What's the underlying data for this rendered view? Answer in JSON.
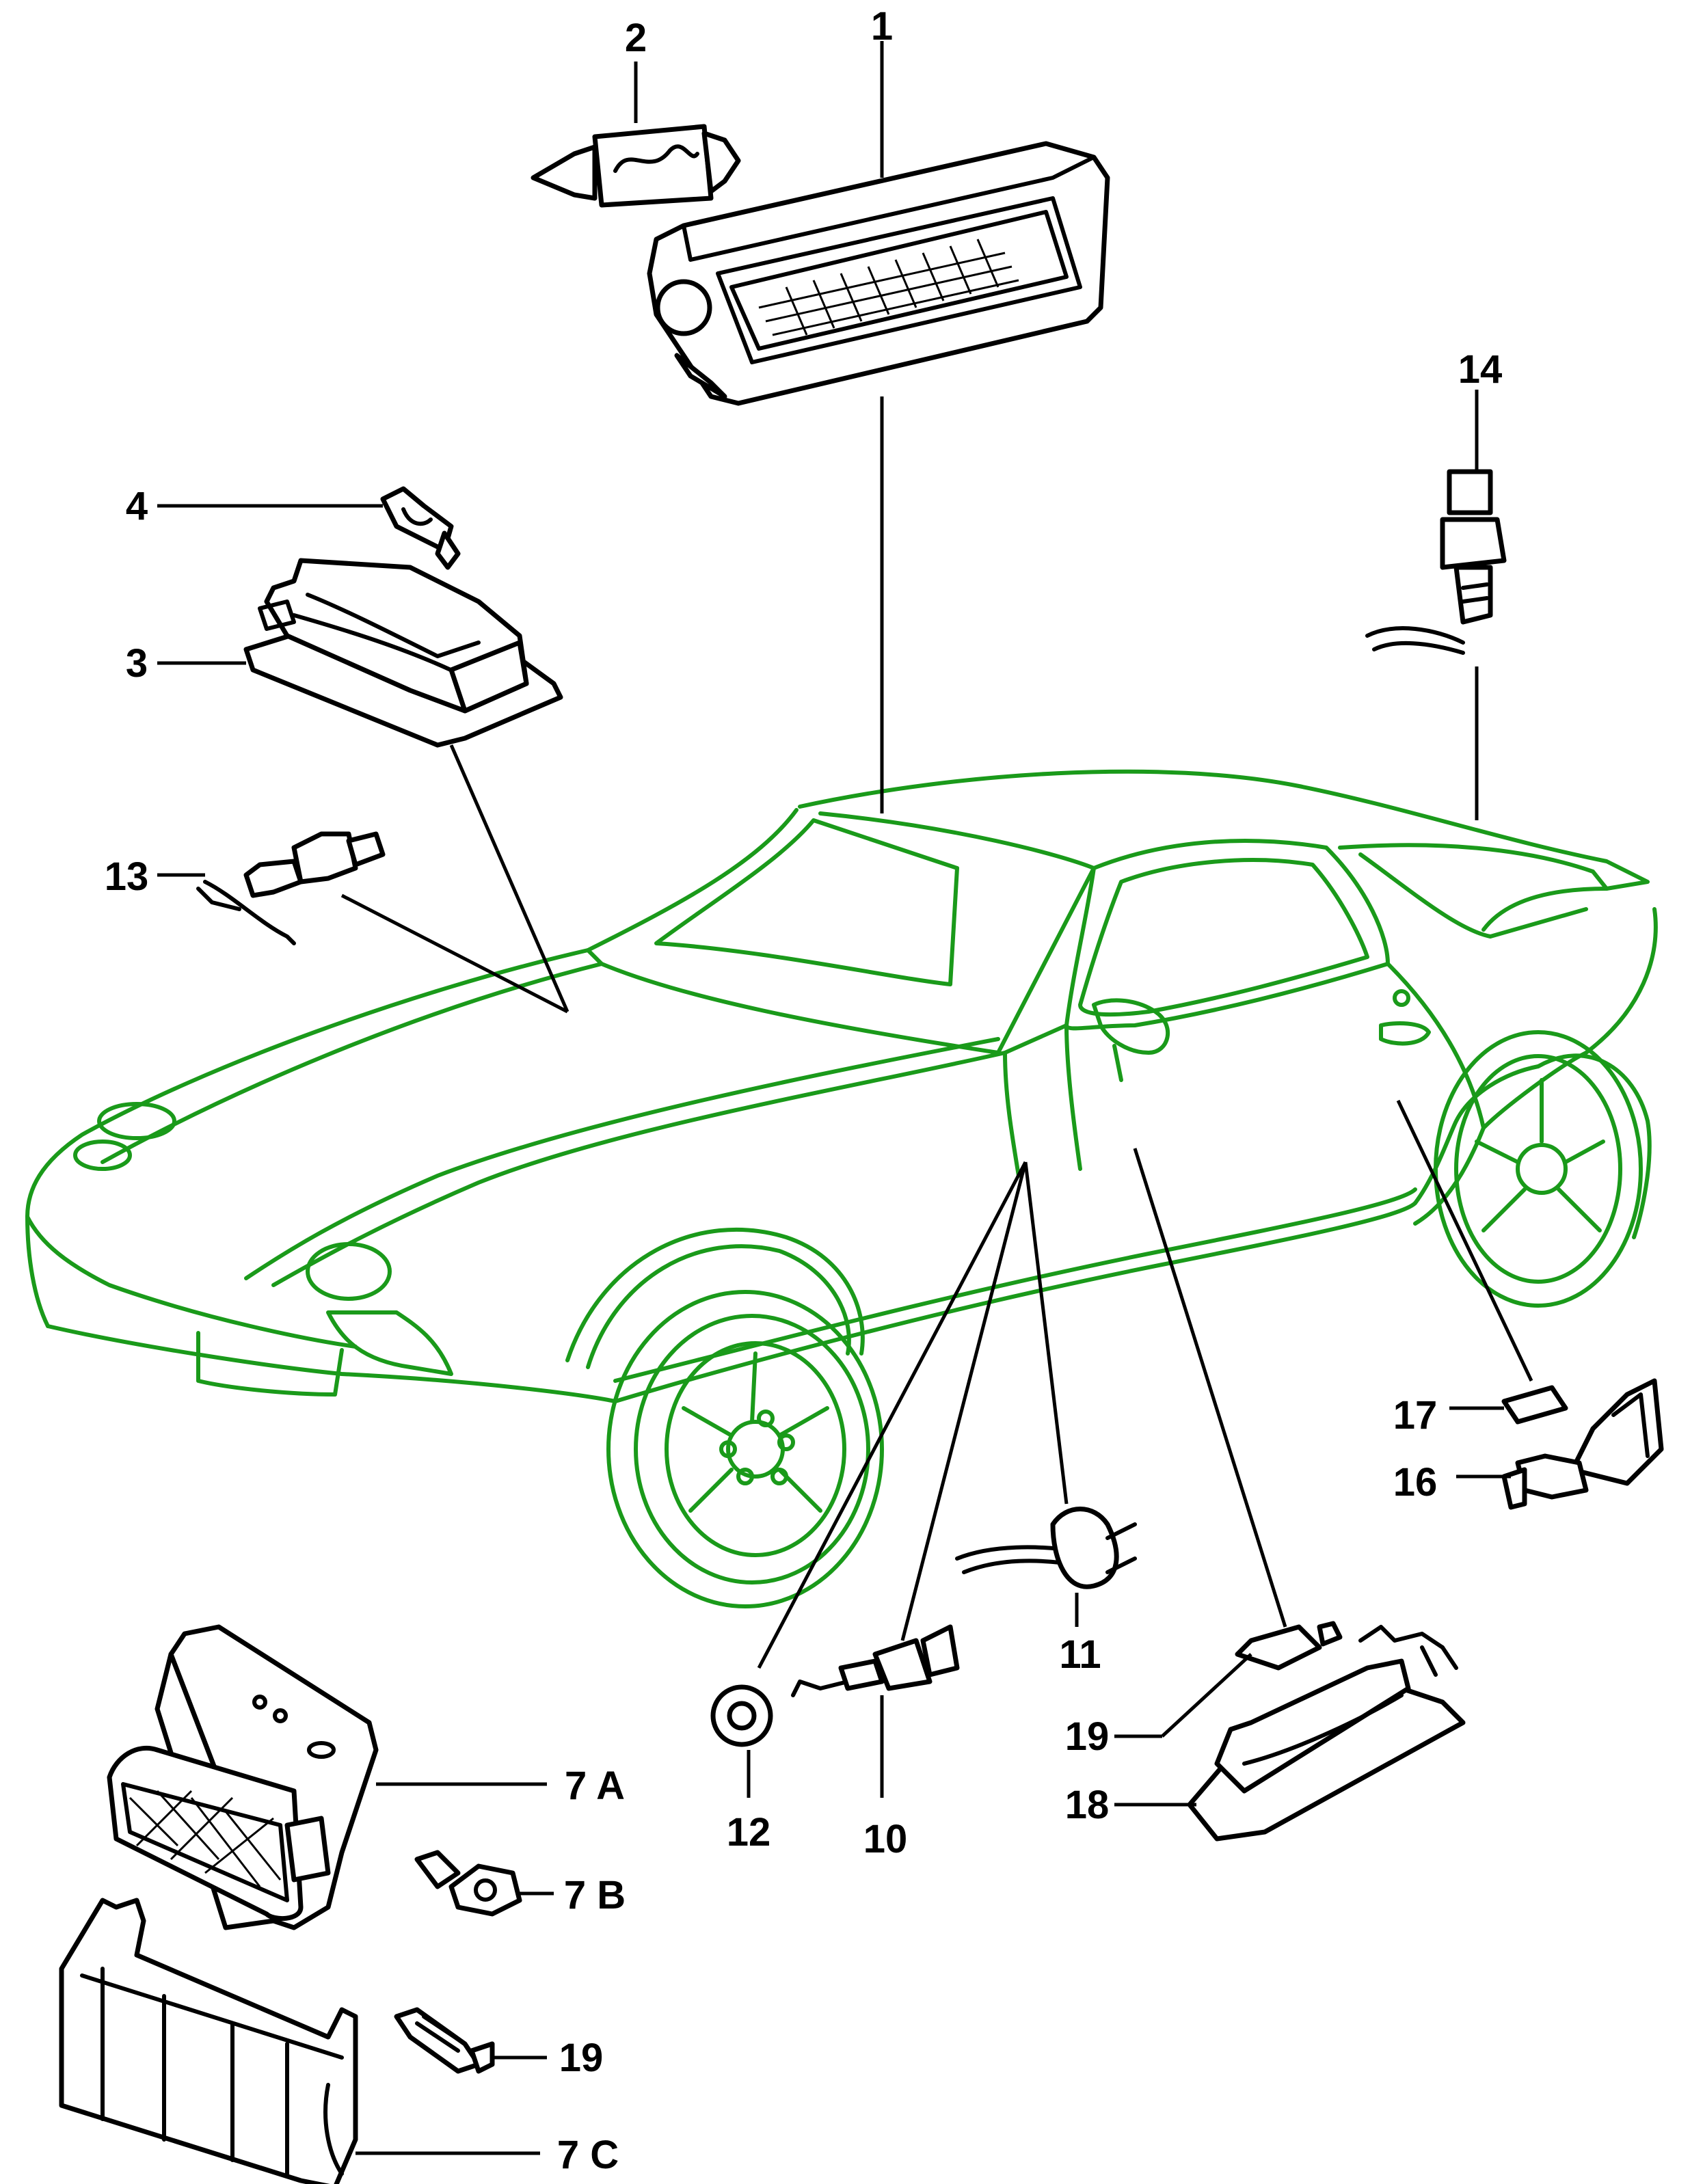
{
  "colors": {
    "car_outline": "#1a9a1a",
    "parts": "#000000",
    "background": "#ffffff"
  },
  "callouts": {
    "c1": "1",
    "c2": "2",
    "c3": "3",
    "c4": "4",
    "c7a": "7 A",
    "c7b": "7 B",
    "c7c": "7 C",
    "c10": "10",
    "c11": "11",
    "c12": "12",
    "c13": "13",
    "c14": "14",
    "c16": "16",
    "c17": "17",
    "c18": "18",
    "c19a": "19",
    "c19b": "19"
  }
}
